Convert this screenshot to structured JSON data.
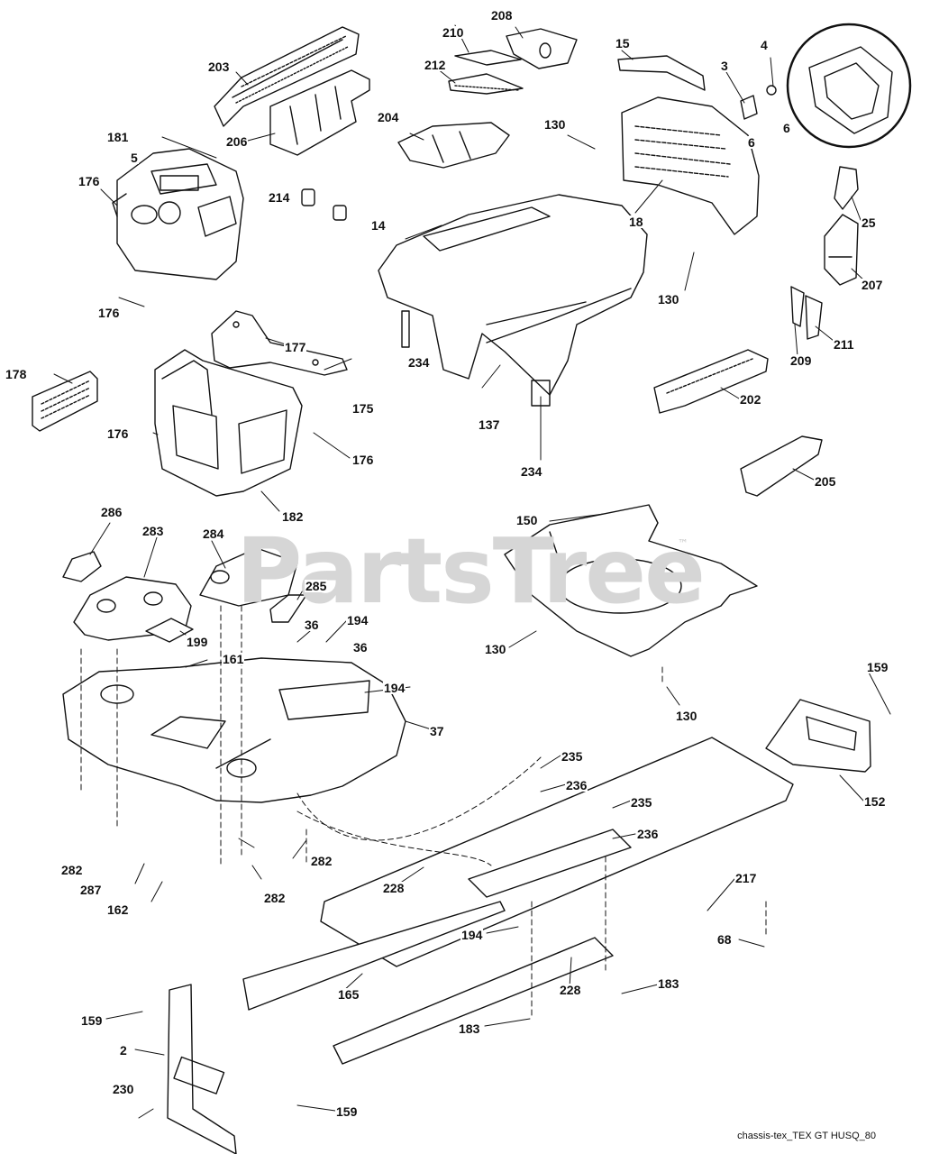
{
  "watermark": "PartsTree",
  "watermark_tm": "™",
  "footer_ref": "chassis-tex_TEX GT HUSQ_80",
  "colors": {
    "ink": "#111111",
    "watermark": "#d6d6d6",
    "background": "#ffffff"
  },
  "callouts": [
    "203",
    "181",
    "5",
    "176",
    "206",
    "204",
    "214",
    "210",
    "212",
    "208",
    "15",
    "3",
    "4",
    "130",
    "6",
    "6",
    "14",
    "18",
    "25",
    "176",
    "177",
    "178",
    "175",
    "176",
    "176",
    "182",
    "130",
    "234",
    "137",
    "234",
    "207",
    "209",
    "211",
    "202",
    "205",
    "150",
    "286",
    "283",
    "284",
    "285",
    "199",
    "36",
    "194",
    "36",
    "161",
    "194",
    "37",
    "130",
    "130",
    "159",
    "152",
    "235",
    "236",
    "235",
    "236",
    "282",
    "287",
    "162",
    "228",
    "282",
    "282",
    "194",
    "217",
    "68",
    "165",
    "228",
    "183",
    "183",
    "159",
    "2",
    "230",
    "159"
  ]
}
